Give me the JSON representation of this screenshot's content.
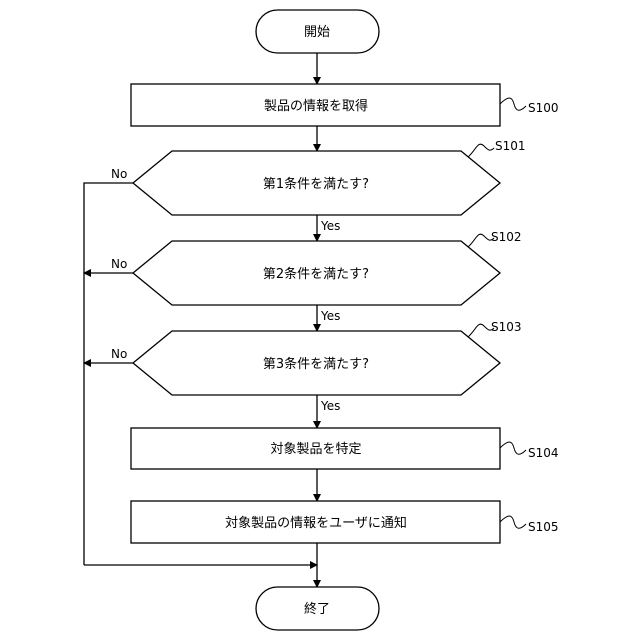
{
  "flowchart": {
    "start": "開始",
    "end": "終了",
    "steps": [
      {
        "id": "S100",
        "text": "製品の情報を取得",
        "kind": "process"
      },
      {
        "id": "S101",
        "text": "第1条件を満たす?",
        "kind": "decision"
      },
      {
        "id": "S102",
        "text": "第2条件を満たす?",
        "kind": "decision"
      },
      {
        "id": "S103",
        "text": "第3条件を満たす?",
        "kind": "decision"
      },
      {
        "id": "S104",
        "text": "対象製品を特定",
        "kind": "process"
      },
      {
        "id": "S105",
        "text": "対象製品の情報をユーザに通知",
        "kind": "process"
      }
    ],
    "yes_label": "Yes",
    "no_label": "No"
  }
}
